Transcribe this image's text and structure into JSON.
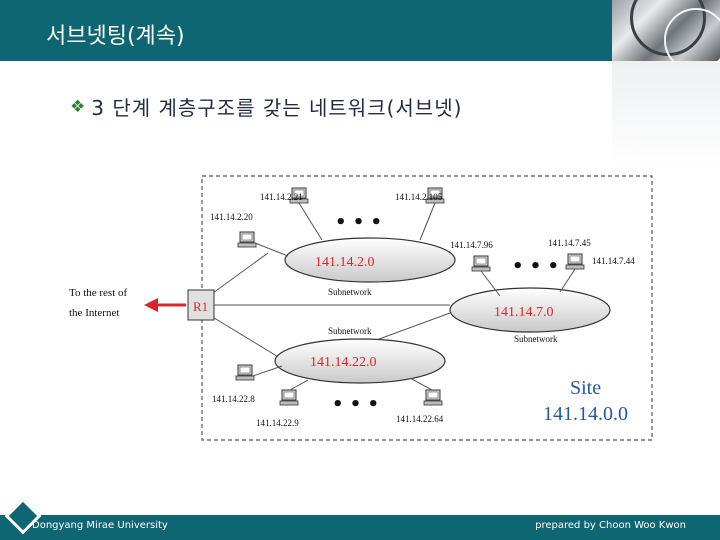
{
  "slide": {
    "title": "서브넷팅(계속)",
    "bullet": "3 단계 계층구조를 갖는 네트워크(서브넷)"
  },
  "diagram": {
    "router_label": "R1",
    "arrow_label_line1": "To the rest of",
    "arrow_label_line2": "the Internet",
    "subnet_top": {
      "address": "141.14.2.0",
      "caption": "Subnetwork",
      "hosts": [
        "141.14.2.21",
        "141.14.2.105",
        "141.14.2.20"
      ]
    },
    "subnet_right": {
      "address": "141.14.7.0",
      "caption": "Subnetwork",
      "hosts": [
        "141.14.7.96",
        "141.14.7.45",
        "141.14.7.44"
      ]
    },
    "subnet_bottom": {
      "address": "141.14.22.0",
      "caption": "Subnetwork",
      "hosts": [
        "141.14.22.8",
        "141.14.22.9",
        "141.14.22.64"
      ]
    },
    "site_label": "Site",
    "site_address": "141.14.0.0"
  },
  "footer": {
    "left": "Dongyang Mirae University",
    "right": "prepared by Choon Woo Kwon"
  },
  "colors": {
    "header_bar": "#0e6672",
    "address_red": "#d8262c",
    "site_blue": "#1f5aa6",
    "bullet_green": "#2f7f34"
  }
}
